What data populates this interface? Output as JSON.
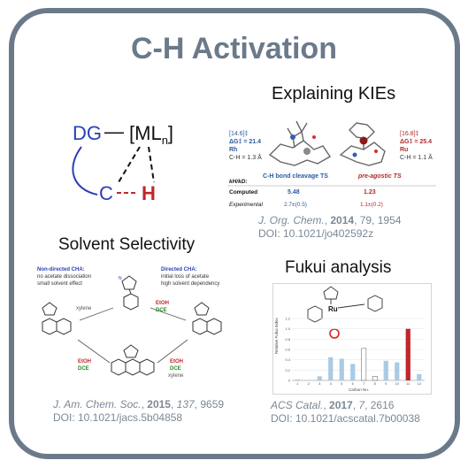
{
  "title": "C-H Activation",
  "scheme": {
    "dg": "DG",
    "bond": "—",
    "metal": "[ML",
    "metal_sub": "n",
    "metal_close": "]",
    "carbon": "C",
    "hydrogen": "H"
  },
  "kie": {
    "title": "Explaining KIEs",
    "left_label": [
      "[14.6]‡",
      "ΔG‡ = 21.4",
      "Rh",
      "C-H = 1.3 Å"
    ],
    "right_label": [
      "[16.8]‡",
      "ΔG‡ = 25.4",
      "Ru",
      "C-H = 1.1 Å"
    ],
    "ts_left": "C-H bond cleavage TS",
    "ts_right": "pre-agostic TS",
    "table_header": "kH/kD:",
    "computed_label": "Computed",
    "computed_left": "5.48",
    "computed_right": "1.23",
    "experimental_label": "Experimental",
    "experimental_left": "2.7±(0.5)",
    "experimental_right": "1.1±(0.2)",
    "cite_journal": "J. Org. Chem.",
    "cite_year": "2014",
    "cite_rest": ", 79, 1954",
    "cite_doi": "DOI: 10.1021/jo402592z"
  },
  "solvent": {
    "title": "Solvent Selectivity",
    "left_note_title": "Non-directed CHA:",
    "left_note_1": "no acetate dissociation",
    "left_note_2": "small solvent effect",
    "right_note_title": "Directed CHA:",
    "right_note_1": "initial loss of acetate",
    "right_note_2": "high solvent dependency",
    "xylene": "xylene",
    "etoh": "EtOH",
    "dce": "DCE",
    "cite_journal": "J. Am. Chem. Soc.",
    "cite_year": "2015",
    "cite_vol": "137",
    "cite_page": ", 9659",
    "cite_doi": "DOI: 10.1021/jacs.5b04858"
  },
  "fukui": {
    "title": "Fukui analysis",
    "metal": "Ru",
    "ylabel": "Relative Fukui Index",
    "xlabel": "Carbon No.",
    "cite_journal": "ACS Catal.",
    "cite_year": "2017",
    "cite_vol": "7",
    "cite_page": ", 2616",
    "cite_doi": "DOI: 10.1021/acscatal.7b00038"
  },
  "chart_data": {
    "type": "bar",
    "categories": [
      "1",
      "2",
      "3",
      "4",
      "5",
      "6",
      "7",
      "8",
      "9",
      "10",
      "11",
      "12"
    ],
    "values": [
      0.02,
      0.0,
      0.08,
      0.45,
      0.42,
      0.32,
      0.62,
      0.08,
      0.38,
      0.35,
      1.0,
      0.12
    ],
    "highlight_index": 10,
    "ylim": [
      0,
      1.2
    ],
    "yticks": [
      "0",
      "0.2",
      "0.4",
      "0.6",
      "0.8",
      "1.0",
      "1.2"
    ],
    "xlabel": "Carbon No.",
    "ylabel": "Relative Fukui Index",
    "colors": {
      "bar": "#a9cbe3",
      "highlight": "#c0262d",
      "outline": "#555555"
    }
  }
}
